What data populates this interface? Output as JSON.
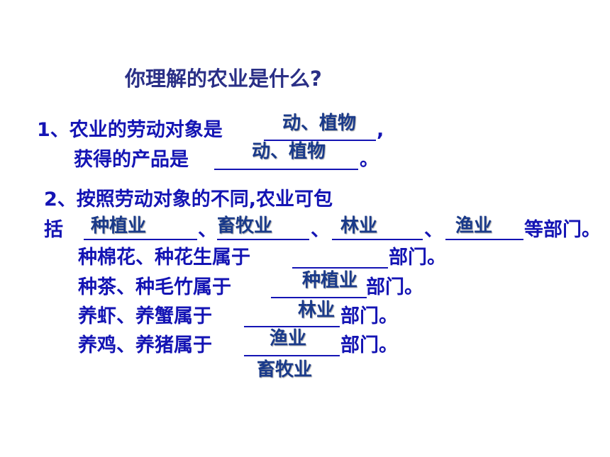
{
  "title": "你理解的农业是什么?",
  "q1": {
    "line1_text": "1、农业的劳动对象是",
    "line1_end": ",",
    "line2_text": "获得的产品是",
    "line2_end": "。",
    "answer1": "动、植物",
    "answer2": "动、植物"
  },
  "q2": {
    "line1": "2、按照劳动对象的不同,农业可包",
    "line2_lead": "括",
    "sep1": "、",
    "sep2": "、",
    "sep3": "、",
    "line2_end": "等部门。",
    "answers": [
      "种植业",
      "畜牧业",
      "林业",
      "渔业"
    ],
    "sub1_text": "种棉花、种花生属于",
    "sub1_end": "部门。",
    "sub2_text": "种茶、种毛竹属于",
    "sub2_end": "部门。",
    "sub3_text": "养虾、养蟹属于",
    "sub3_end": "部门。",
    "sub4_text": "养鸡、养猪属于",
    "sub4_end": "部门。",
    "sub_answers": [
      "种植业",
      "林业",
      "渔业",
      "畜牧业"
    ]
  },
  "colors": {
    "text": "#1414b4",
    "title": "#2a2f86",
    "answer": "#1a3a8a"
  }
}
